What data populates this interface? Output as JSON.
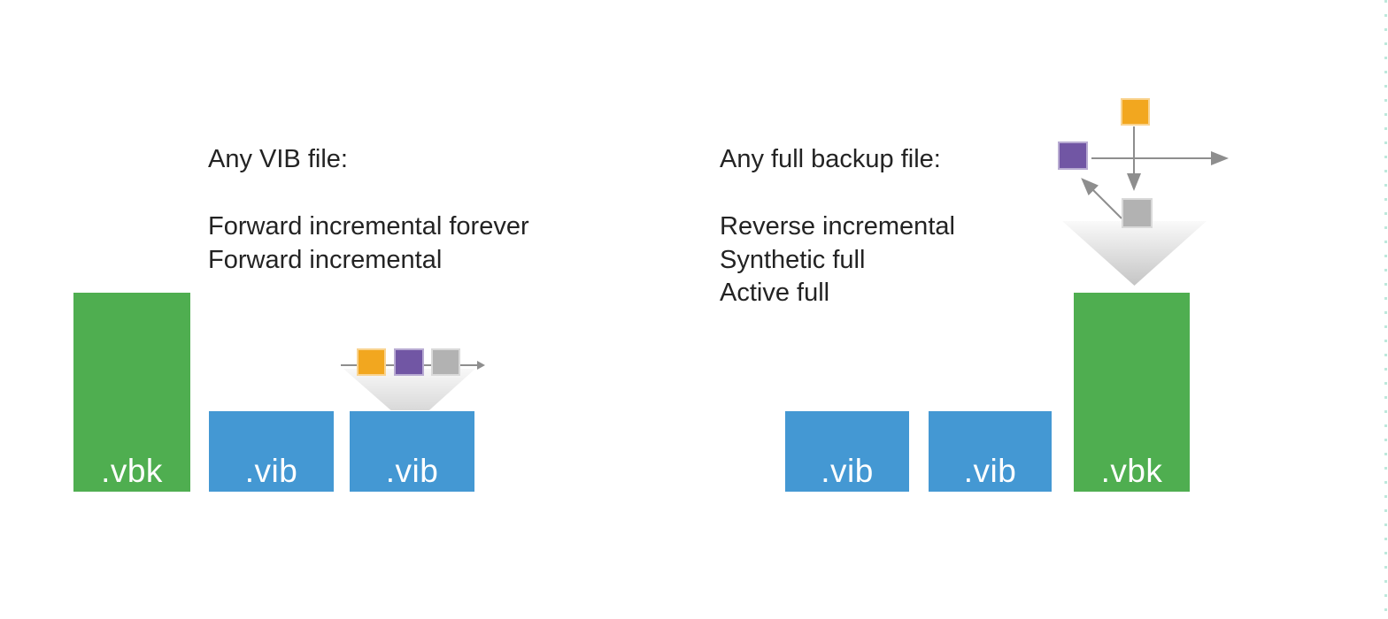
{
  "colors": {
    "background": "#ffffff",
    "full-backup-green": "#4fae50",
    "increment-blue": "#4498d3",
    "restore-point-orange": "#f2a71f",
    "restore-point-purple": "#7156a4",
    "restore-point-gray": "#b2b2b2",
    "arrow-gray": "#8e8e8e",
    "text-dark": "#232323",
    "edge-dots-teal": "#bfe8dc"
  },
  "left_diagram": {
    "heading": "Any VIB file:",
    "methods": [
      "Forward incremental forever",
      "Forward incremental"
    ],
    "files": [
      {
        "label": ".vbk",
        "type": "full-backup"
      },
      {
        "label": ".vib",
        "type": "incremental-backup"
      },
      {
        "label": ".vib",
        "type": "incremental-backup"
      }
    ]
  },
  "right_diagram": {
    "heading": "Any full backup file:",
    "methods": [
      "Reverse incremental",
      "Synthetic full",
      "Active full"
    ],
    "files": [
      {
        "label": ".vib",
        "type": "incremental-backup"
      },
      {
        "label": ".vib",
        "type": "incremental-backup"
      },
      {
        "label": ".vbk",
        "type": "full-backup"
      }
    ]
  }
}
